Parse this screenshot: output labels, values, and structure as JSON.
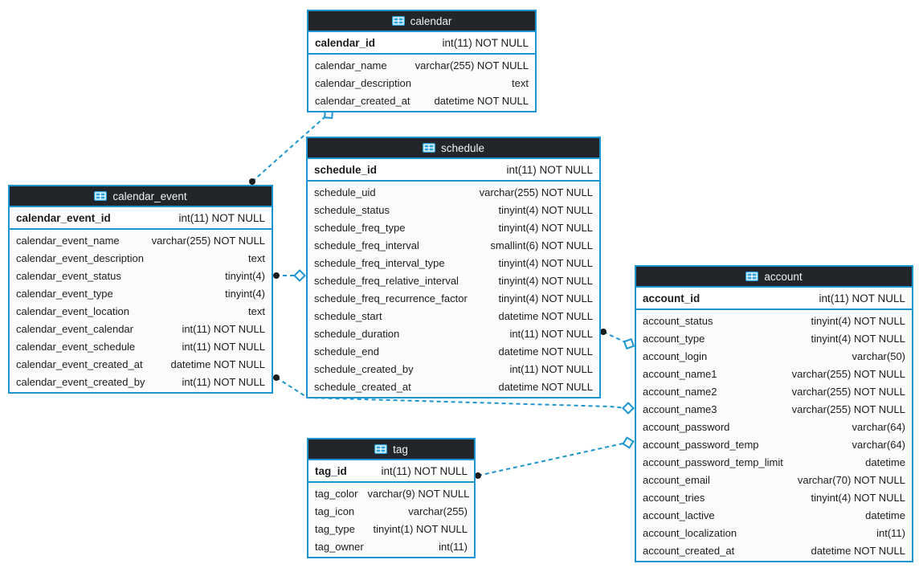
{
  "diagram": {
    "title": "database-er-diagram",
    "colors": {
      "background": "#ffffff",
      "accent": "#1b95d2",
      "header_bg": "#22262b",
      "header_text": "#f2f2f2",
      "row_bg": "#fbfbfb",
      "pk_row_bg": "#ffffff",
      "text": "#1c1c1c",
      "relation_dot": "#1b1b1b",
      "icon_blue": "#29a3e2"
    },
    "tables": [
      {
        "name": "calendar",
        "icon": "table-grid-icon",
        "pk": {
          "name": "calendar_id",
          "type": "int(11) NOT NULL"
        },
        "columns": [
          {
            "name": "calendar_name",
            "type": "varchar(255) NOT NULL"
          },
          {
            "name": "calendar_description",
            "type": "text"
          },
          {
            "name": "calendar_created_at",
            "type": "datetime NOT NULL"
          }
        ]
      },
      {
        "name": "calendar_event",
        "icon": "table-grid-icon",
        "pk": {
          "name": "calendar_event_id",
          "type": "int(11) NOT NULL"
        },
        "columns": [
          {
            "name": "calendar_event_name",
            "type": "varchar(255) NOT NULL"
          },
          {
            "name": "calendar_event_description",
            "type": "text"
          },
          {
            "name": "calendar_event_status",
            "type": "tinyint(4)"
          },
          {
            "name": "calendar_event_type",
            "type": "tinyint(4)"
          },
          {
            "name": "calendar_event_location",
            "type": "text"
          },
          {
            "name": "calendar_event_calendar",
            "type": "int(11) NOT NULL"
          },
          {
            "name": "calendar_event_schedule",
            "type": "int(11) NOT NULL"
          },
          {
            "name": "calendar_event_created_at",
            "type": "datetime NOT NULL"
          },
          {
            "name": "calendar_event_created_by",
            "type": "int(11) NOT NULL"
          }
        ]
      },
      {
        "name": "schedule",
        "icon": "table-grid-icon",
        "pk": {
          "name": "schedule_id",
          "type": "int(11) NOT NULL"
        },
        "columns": [
          {
            "name": "schedule_uid",
            "type": "varchar(255) NOT NULL"
          },
          {
            "name": "schedule_status",
            "type": "tinyint(4) NOT NULL"
          },
          {
            "name": "schedule_freq_type",
            "type": "tinyint(4) NOT NULL"
          },
          {
            "name": "schedule_freq_interval",
            "type": "smallint(6) NOT NULL"
          },
          {
            "name": "schedule_freq_interval_type",
            "type": "tinyint(4) NOT NULL"
          },
          {
            "name": "schedule_freq_relative_interval",
            "type": "tinyint(4) NOT NULL"
          },
          {
            "name": "schedule_freq_recurrence_factor",
            "type": "tinyint(4) NOT NULL"
          },
          {
            "name": "schedule_start",
            "type": "datetime NOT NULL"
          },
          {
            "name": "schedule_duration",
            "type": "int(11) NOT NULL"
          },
          {
            "name": "schedule_end",
            "type": "datetime NOT NULL"
          },
          {
            "name": "schedule_created_by",
            "type": "int(11) NOT NULL"
          },
          {
            "name": "schedule_created_at",
            "type": "datetime NOT NULL"
          }
        ]
      },
      {
        "name": "account",
        "icon": "table-grid-icon",
        "pk": {
          "name": "account_id",
          "type": "int(11) NOT NULL"
        },
        "columns": [
          {
            "name": "account_status",
            "type": "tinyint(4) NOT NULL"
          },
          {
            "name": "account_type",
            "type": "tinyint(4) NOT NULL"
          },
          {
            "name": "account_login",
            "type": "varchar(50)"
          },
          {
            "name": "account_name1",
            "type": "varchar(255) NOT NULL"
          },
          {
            "name": "account_name2",
            "type": "varchar(255) NOT NULL"
          },
          {
            "name": "account_name3",
            "type": "varchar(255) NOT NULL"
          },
          {
            "name": "account_password",
            "type": "varchar(64)"
          },
          {
            "name": "account_password_temp",
            "type": "varchar(64)"
          },
          {
            "name": "account_password_temp_limit",
            "type": "datetime"
          },
          {
            "name": "account_email",
            "type": "varchar(70) NOT NULL"
          },
          {
            "name": "account_tries",
            "type": "tinyint(4) NOT NULL"
          },
          {
            "name": "account_lactive",
            "type": "datetime"
          },
          {
            "name": "account_localization",
            "type": "int(11)"
          },
          {
            "name": "account_created_at",
            "type": "datetime NOT NULL"
          }
        ]
      },
      {
        "name": "tag",
        "icon": "table-grid-icon",
        "pk": {
          "name": "tag_id",
          "type": "int(11) NOT NULL"
        },
        "columns": [
          {
            "name": "tag_color",
            "type": "varchar(9) NOT NULL"
          },
          {
            "name": "tag_icon",
            "type": "varchar(255)"
          },
          {
            "name": "tag_type",
            "type": "tinyint(1) NOT NULL"
          },
          {
            "name": "tag_owner",
            "type": "int(11)"
          }
        ]
      }
    ],
    "relations": [
      {
        "from": "calendar_event",
        "to": "calendar"
      },
      {
        "from": "calendar_event",
        "to": "schedule"
      },
      {
        "from": "schedule",
        "to": "account"
      },
      {
        "from": "calendar_event",
        "to": "account"
      },
      {
        "from": "tag",
        "to": "account"
      }
    ]
  }
}
